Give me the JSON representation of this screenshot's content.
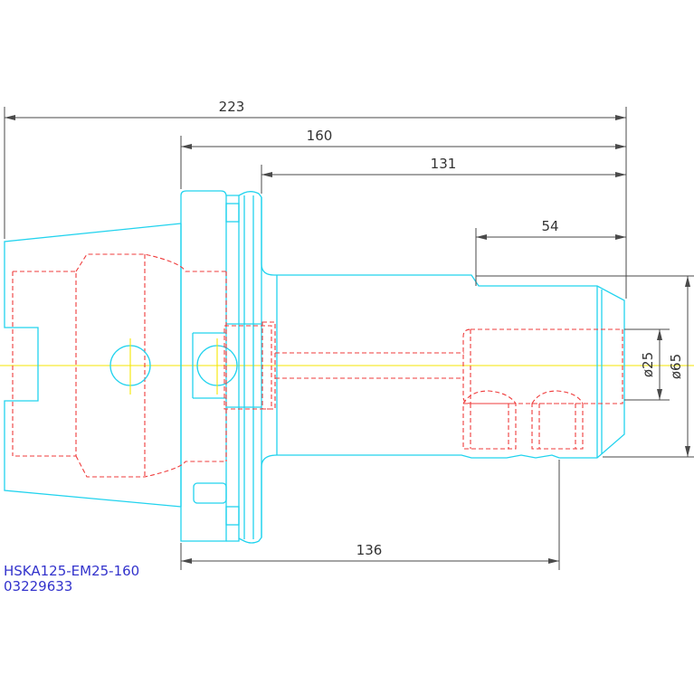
{
  "drawing": {
    "part_number": "HSKA125-EM25-160",
    "article_code": "03229633",
    "dimensions": {
      "overall_length": "223",
      "length_from_flange": "160",
      "length_from_collar": "131",
      "bore_depth": "54",
      "gauge_length": "136",
      "bore_diameter": "ø25",
      "body_diameter": "ø65"
    }
  },
  "colors": {
    "outline": "#22d3ee",
    "hidden_lines": "#ef3b3b",
    "centerline": "#f5e600",
    "dimensions": "#4a4a4a",
    "caption": "#3333cc"
  }
}
